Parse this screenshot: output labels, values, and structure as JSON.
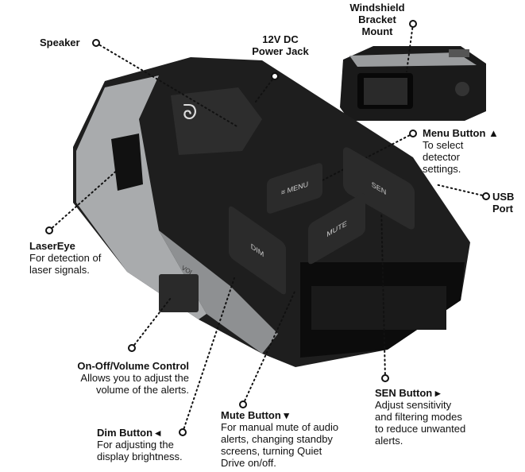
{
  "callouts": {
    "speaker": {
      "title": "Speaker"
    },
    "power": {
      "title_line1": "12V DC",
      "title_line2": "Power Jack"
    },
    "bracket": {
      "title_line1": "Windshield",
      "title_line2": "Bracket",
      "title_line3": "Mount"
    },
    "menu": {
      "title": "Menu Button ▲",
      "desc_line1": "To select",
      "desc_line2": "detector",
      "desc_line3": "settings."
    },
    "usb": {
      "title_line1": "USB",
      "title_line2": "Port"
    },
    "lasereye": {
      "title": "LaserEye",
      "desc_line1": "For detection of",
      "desc_line2": "laser signals."
    },
    "volume": {
      "title": "On-Off/Volume Control",
      "desc_line1": "Allows you to adjust the",
      "desc_line2": "volume of the alerts."
    },
    "dim": {
      "title": "Dim Button ◂",
      "desc_line1": "For adjusting the",
      "desc_line2": "display brightness."
    },
    "mute": {
      "title": "Mute Button ▾",
      "desc_line1": "For manual mute of audio",
      "desc_line2": "alerts, changing standby",
      "desc_line3": "screens, turning Quiet",
      "desc_line4": "Drive on/off."
    },
    "sen": {
      "title": "SEN Button ▸",
      "desc_line1": "Adjust sensitivity",
      "desc_line2": "and filtering modes",
      "desc_line3": "to reduce unwanted",
      "desc_line4": "alerts."
    }
  },
  "device": {
    "button_menu": "≡ MENU",
    "button_mute": "MUTE",
    "button_dim": "DIM",
    "button_sen": "SEN",
    "volume_label": "VOL",
    "colors": {
      "body": "#1e1e1e",
      "side_panel": "#a9abad",
      "button": "#2b2b2b"
    }
  }
}
